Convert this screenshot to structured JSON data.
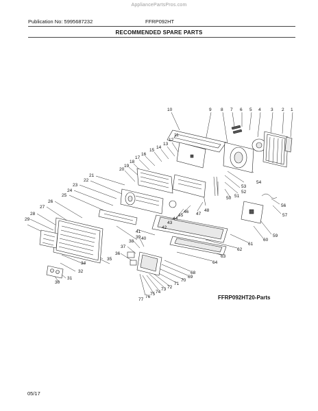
{
  "watermark": "AppliancePartsPros.com",
  "header": {
    "publication": "Publication No: 5995687232",
    "model": "FFRP092HT"
  },
  "title": "RECOMMENDED SPARE PARTS",
  "diagram_tag": "FFRP092HT20-Parts",
  "footer_date": "05/17",
  "callouts": [
    "1",
    "2",
    "3",
    "4",
    "5",
    "6",
    "7",
    "8",
    "9",
    "10",
    "11",
    "12",
    "13",
    "14",
    "15",
    "16",
    "17",
    "18",
    "19",
    "20",
    "21",
    "22",
    "23",
    "24",
    "25",
    "26",
    "27",
    "28",
    "29",
    "30",
    "31",
    "32",
    "34",
    "35",
    "36",
    "37",
    "38",
    "39",
    "40",
    "41",
    "42",
    "43",
    "44",
    "45",
    "46",
    "47",
    "48",
    "50",
    "51",
    "52",
    "53",
    "54",
    "56",
    "57",
    "59",
    "60",
    "61",
    "62",
    "63",
    "64",
    "68",
    "69",
    "70",
    "71",
    "72",
    "73",
    "74",
    "75",
    "76",
    "77"
  ]
}
